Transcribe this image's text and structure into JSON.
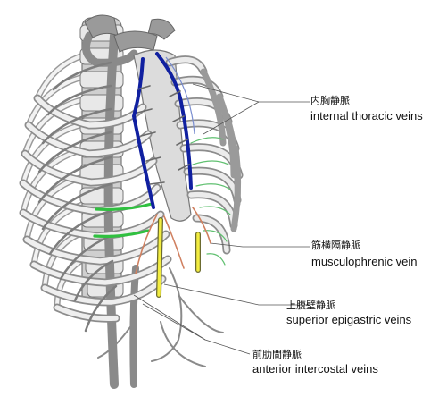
{
  "labels": {
    "internal_thoracic": {
      "jp": "内胸静脈",
      "en": "internal thoracic veins"
    },
    "musculophrenic": {
      "jp": "筋横隔静脈",
      "en": "musculophrenic vein"
    },
    "superior_epigastric": {
      "jp": "上腹壁静脈",
      "en": "superior epigastric veins"
    },
    "anterior_intercostal": {
      "jp": "前肋間静脈",
      "en": "anterior intercostal veins"
    }
  },
  "colors": {
    "internal_thoracic": "#1020a0",
    "superior_epigastric": "#f0ea40",
    "anterior_intercostal": "#30c040",
    "musculophrenic": "#d08060",
    "bone": "#e4e4e4",
    "vessel_gray": "#8a8a8a"
  }
}
